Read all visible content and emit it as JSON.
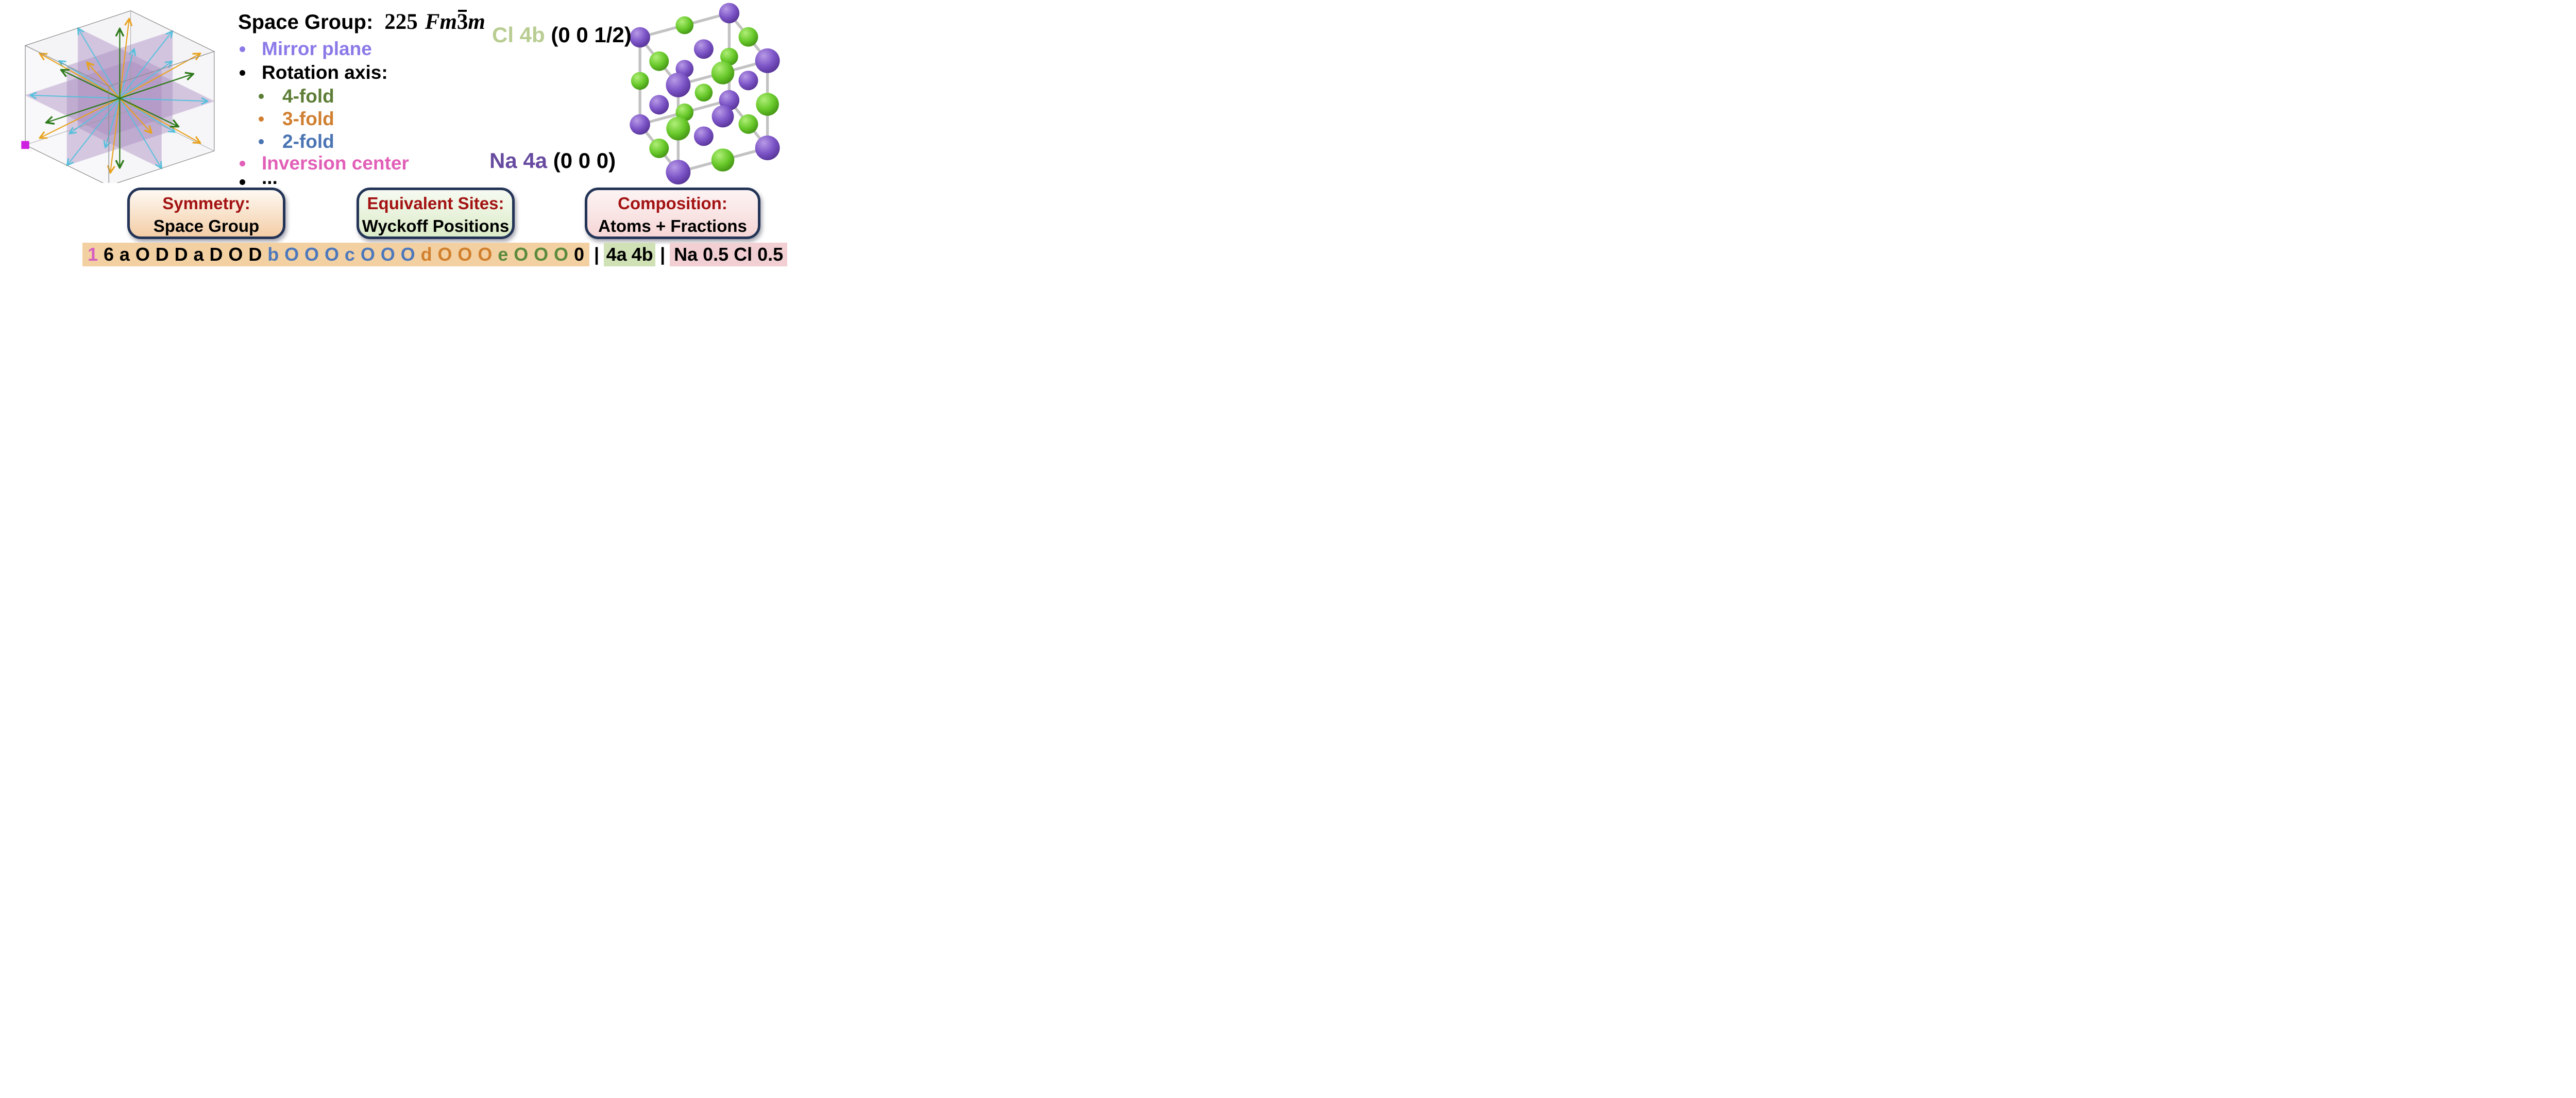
{
  "legend": {
    "title": {
      "label": "Space Group:",
      "number": "225",
      "symbol_f": "Fm",
      "symbol_bar": "3",
      "symbol_m": "m"
    },
    "bullets": [
      {
        "label": "Mirror plane",
        "color": "#8b79e8"
      },
      {
        "label": "Rotation axis:",
        "color": "#000000"
      },
      {
        "label": "4-fold",
        "color": "#5d7d36"
      },
      {
        "label": "3-fold",
        "color": "#d07f31"
      },
      {
        "label": "2-fold",
        "color": "#4a74b2"
      },
      {
        "label": "Inversion center",
        "color": "#e15fb7"
      },
      {
        "label": "...",
        "color": "#000000"
      }
    ]
  },
  "symmetry_cube": {
    "colors": {
      "mirror_plane": "#a98cc0",
      "fourfold_axis": "#2f7a1c",
      "threefold_axis": "#e8a21d",
      "twofold_axis": "#53c0dd",
      "inversion_center": "#ce1fe0",
      "cube_edge": "#8a8a8a"
    }
  },
  "structure": {
    "cl_label": "Cl 4b",
    "cl_coords": "(0 0 1/2)",
    "cl_label_color": "#b9cd92",
    "na_label": "Na 4a",
    "na_coords": "(0 0 0)",
    "na_label_color": "#674ba0",
    "atom_colors": {
      "na_sphere": "#7b53c6",
      "cl_sphere": "#67c829",
      "bond": "#c2c2c2"
    }
  },
  "concept_boxes": [
    {
      "title": "Symmetry:",
      "subtitle": "Space Group",
      "bg_top": "#fef9f3",
      "bg_bottom": "#f3cda6"
    },
    {
      "title": "Equivalent Sites:",
      "subtitle": "Wyckoff Positions",
      "bg_top": "#f6faf1",
      "bg_bottom": "#dcebc9"
    },
    {
      "title": "Composition:",
      "subtitle": "Atoms + Fractions",
      "bg_top": "#fdf4f4",
      "bg_bottom": "#f6d6d6"
    }
  ],
  "encoding_bar": {
    "separator": "|",
    "tan_bg": "#f3d0a1",
    "green_bg": "#cfe1b5",
    "pink_bg": "#f1cfd2",
    "tan_tokens": [
      {
        "t": "1",
        "c": "#d55ec0"
      },
      {
        "t": "6",
        "c": "#000000"
      },
      {
        "t": "a",
        "c": "#000000"
      },
      {
        "t": "O",
        "c": "#000000"
      },
      {
        "t": "D",
        "c": "#000000"
      },
      {
        "t": "D",
        "c": "#000000"
      },
      {
        "t": "a",
        "c": "#000000"
      },
      {
        "t": "D",
        "c": "#000000"
      },
      {
        "t": "O",
        "c": "#000000"
      },
      {
        "t": "D",
        "c": "#000000"
      },
      {
        "t": "b",
        "c": "#4d78bc"
      },
      {
        "t": "O",
        "c": "#4d78bc"
      },
      {
        "t": "O",
        "c": "#4d78bc"
      },
      {
        "t": "O",
        "c": "#4d78bc"
      },
      {
        "t": "c",
        "c": "#4d78bc"
      },
      {
        "t": "O",
        "c": "#4d78bc"
      },
      {
        "t": "O",
        "c": "#4d78bc"
      },
      {
        "t": "O",
        "c": "#4d78bc"
      },
      {
        "t": "d",
        "c": "#d0802e"
      },
      {
        "t": "O",
        "c": "#d0802e"
      },
      {
        "t": "O",
        "c": "#d0802e"
      },
      {
        "t": "O",
        "c": "#d0802e"
      },
      {
        "t": "e",
        "c": "#5b8a3c"
      },
      {
        "t": "O",
        "c": "#5b8a3c"
      },
      {
        "t": "O",
        "c": "#5b8a3c"
      },
      {
        "t": "O",
        "c": "#5b8a3c"
      },
      {
        "t": "0",
        "c": "#000000"
      }
    ],
    "wyckoff_tokens": [
      {
        "t": "4a"
      },
      {
        "t": "4b"
      }
    ],
    "composition_tokens": [
      {
        "t": "Na"
      },
      {
        "t": "0.5"
      },
      {
        "t": "Cl"
      },
      {
        "t": "0.5"
      }
    ]
  }
}
